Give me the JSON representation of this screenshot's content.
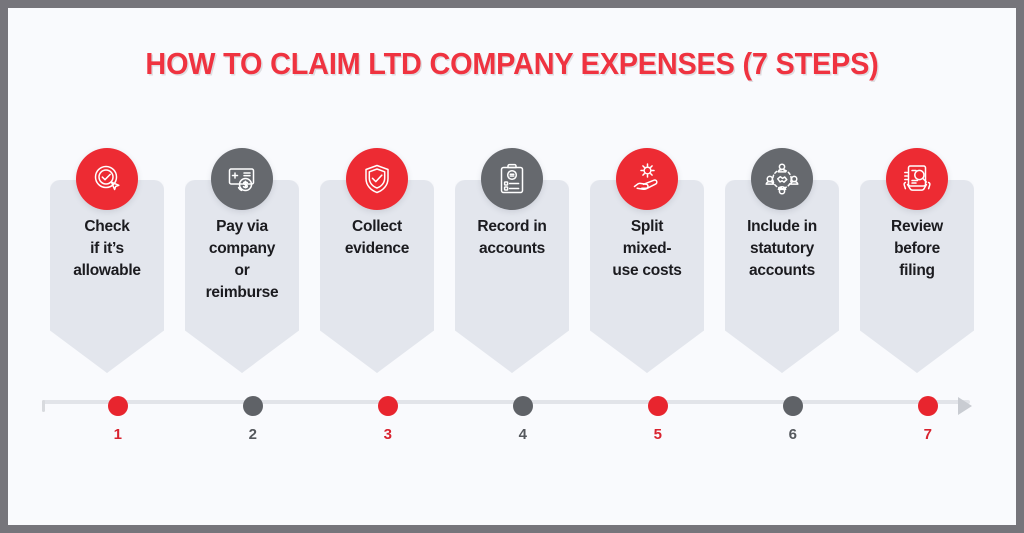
{
  "title": "HOW TO CLAIM LTD COMPANY EXPENSES (7 STEPS)",
  "colors": {
    "accent_red": "#ed2b33",
    "accent_gray": "#66696e",
    "card_fill": "#e3e6ed",
    "background": "#f9fafd",
    "frame": "#76757b",
    "text": "#1b1b1f"
  },
  "steps": [
    {
      "number": "1",
      "label": "Check\nif it’s\nallowable",
      "icon": "check-badge-cursor-icon",
      "color": "red"
    },
    {
      "number": "2",
      "label": "Pay via\ncompany\nor\nreimburse",
      "icon": "card-payment-dollar-icon",
      "color": "gray"
    },
    {
      "number": "3",
      "label": "Collect\nevidence",
      "icon": "shield-check-icon",
      "color": "red"
    },
    {
      "number": "4",
      "label": "Record in\naccounts",
      "icon": "clipboard-checklist-icon",
      "color": "gray"
    },
    {
      "number": "5",
      "label": "Split\nmixed-\nuse costs",
      "icon": "hand-sun-share-icon",
      "color": "red"
    },
    {
      "number": "6",
      "label": "Include in\nstatutory\naccounts",
      "icon": "people-network-handshake-icon",
      "color": "gray"
    },
    {
      "number": "7",
      "label": "Review\nbefore\nfiling",
      "icon": "document-magnifier-hands-icon",
      "color": "red"
    }
  ],
  "timeline": {
    "start_cap": "line-start-cap",
    "end_arrow": "arrow-head-right"
  }
}
